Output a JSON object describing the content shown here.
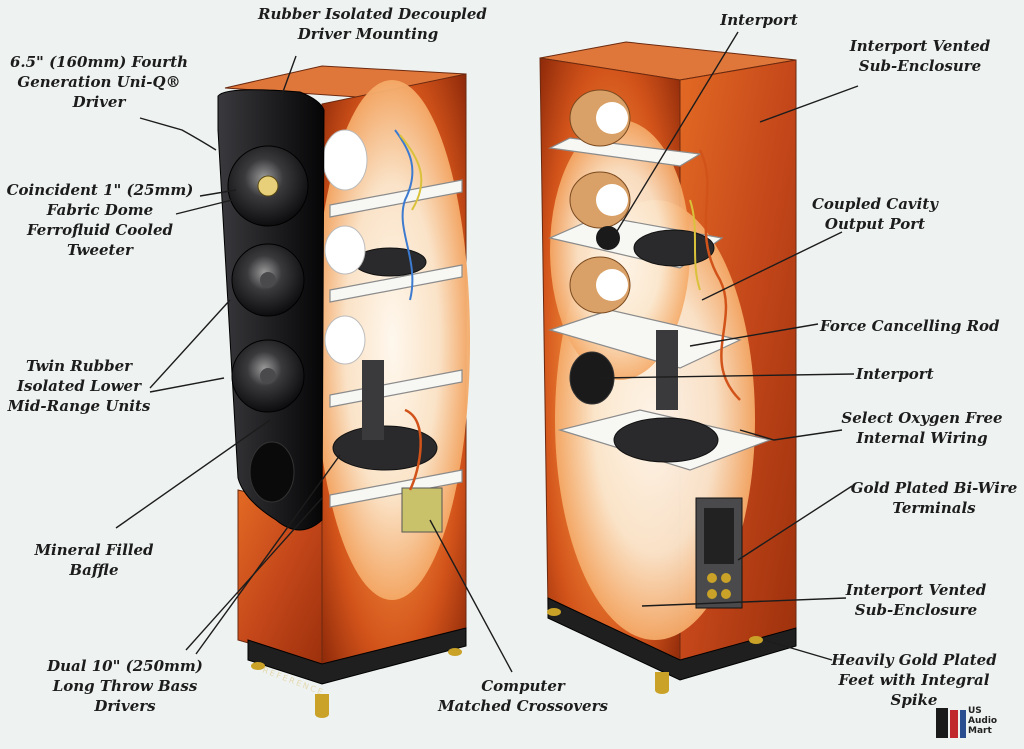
{
  "labels": {
    "rubber_isolated": [
      "Rubber Isolated Decoupled",
      "Driver Mounting"
    ],
    "driver": [
      "6.5\" (160mm) Fourth",
      "Generation Uni-Q®",
      "Driver"
    ],
    "tweeter": [
      "Coincident 1\" (25mm)",
      "Fabric Dome",
      "Ferrofluid Cooled",
      "Tweeter"
    ],
    "midrange": [
      "Twin Rubber",
      "Isolated Lower",
      "Mid-Range Units"
    ],
    "baffle": [
      "Mineral Filled",
      "Baffle"
    ],
    "bass": [
      "Dual 10\" (250mm)",
      "Long Throw Bass",
      "Drivers"
    ],
    "crossovers": [
      "Computer",
      "Matched Crossovers"
    ],
    "interport_top": [
      "Interport"
    ],
    "subenclosure_top": [
      "Interport Vented",
      "Sub-Enclosure"
    ],
    "cavity": [
      "Coupled Cavity",
      "Output Port"
    ],
    "rod": [
      "Force Cancelling Rod"
    ],
    "interport_mid": [
      "Interport"
    ],
    "wiring": [
      "Select Oxygen Free",
      "Internal Wiring"
    ],
    "terminals": [
      "Gold Plated Bi-Wire",
      "Terminals"
    ],
    "subenclosure_bottom": [
      "Interport Vented",
      "Sub-Enclosure"
    ],
    "feet": [
      "Heavily Gold Plated",
      "Feet with Integral",
      "Spike"
    ]
  },
  "cabinet_text": "REFERENCE",
  "watermark": {
    "line1": "US",
    "line2": "Audio",
    "line3": "Mart"
  },
  "colors": {
    "veneer": "#d2531a",
    "veneer_dark": "#8f2a0a",
    "baffle": "#1d1d1f",
    "background": "#eef2f1",
    "gold": "#c9a227"
  }
}
